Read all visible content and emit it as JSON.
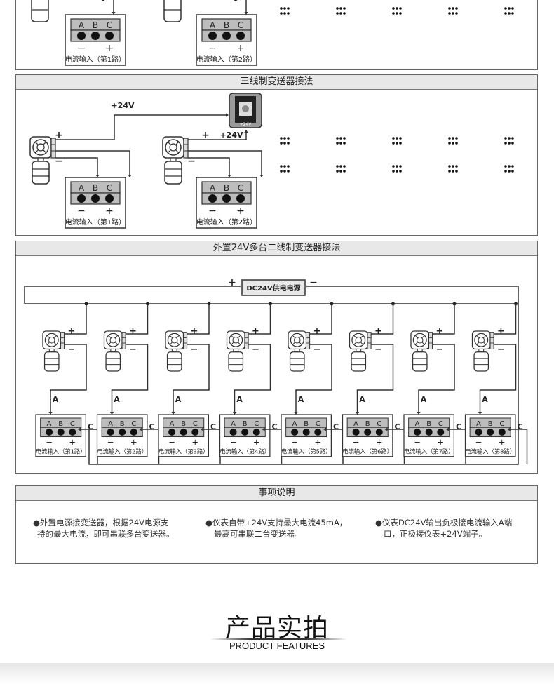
{
  "terminal": {
    "letters": [
      "A",
      "B",
      "C"
    ],
    "minus": "−",
    "plus": "+"
  },
  "panel_top": {
    "inputs": [
      "电流输入（第1路）",
      "电流输入（第2路）"
    ]
  },
  "panel_three_wire": {
    "title": "三线制变送器接法",
    "label_24v_a": "+24V",
    "label_24v_b": "+24V",
    "meter_label": "+24V",
    "plus": "+",
    "minus": "−",
    "inputs": [
      "电流输入（第1路）",
      "电流输入（第2路）"
    ]
  },
  "panel_multi": {
    "title": "外置24V多台二线制变送器接法",
    "power_label": "DC24V供电电源",
    "power_plus": "+",
    "power_minus": "−",
    "wire_a": "A",
    "wire_c": "C",
    "plus": "+",
    "minus": "−",
    "inputs": [
      "电流输入（第1路）",
      "电流输入（第2路）",
      "电流输入（第3路）",
      "电流输入（第4路）",
      "电流输入（第5路）",
      "电流输入（第6路）",
      "电流输入（第7路）",
      "电流输入（第8路）"
    ]
  },
  "notes": {
    "title": "事项说明",
    "items": [
      {
        "line1": "●外置电源接变送器，根据24V电源支",
        "line2": "持的最大电流，即可串联多台变送器。"
      },
      {
        "line1": "●仪表自带+24V支持最大电流45mA，",
        "line2": "最高可串联二台变送器。"
      },
      {
        "line1": "●仪表DC24V输出负极接电流输入A端",
        "line2": "口，正极接仪表+24V端子。"
      }
    ]
  },
  "footer": {
    "title": "产品实拍",
    "subtitle": "PRODUCT FEATURES"
  }
}
